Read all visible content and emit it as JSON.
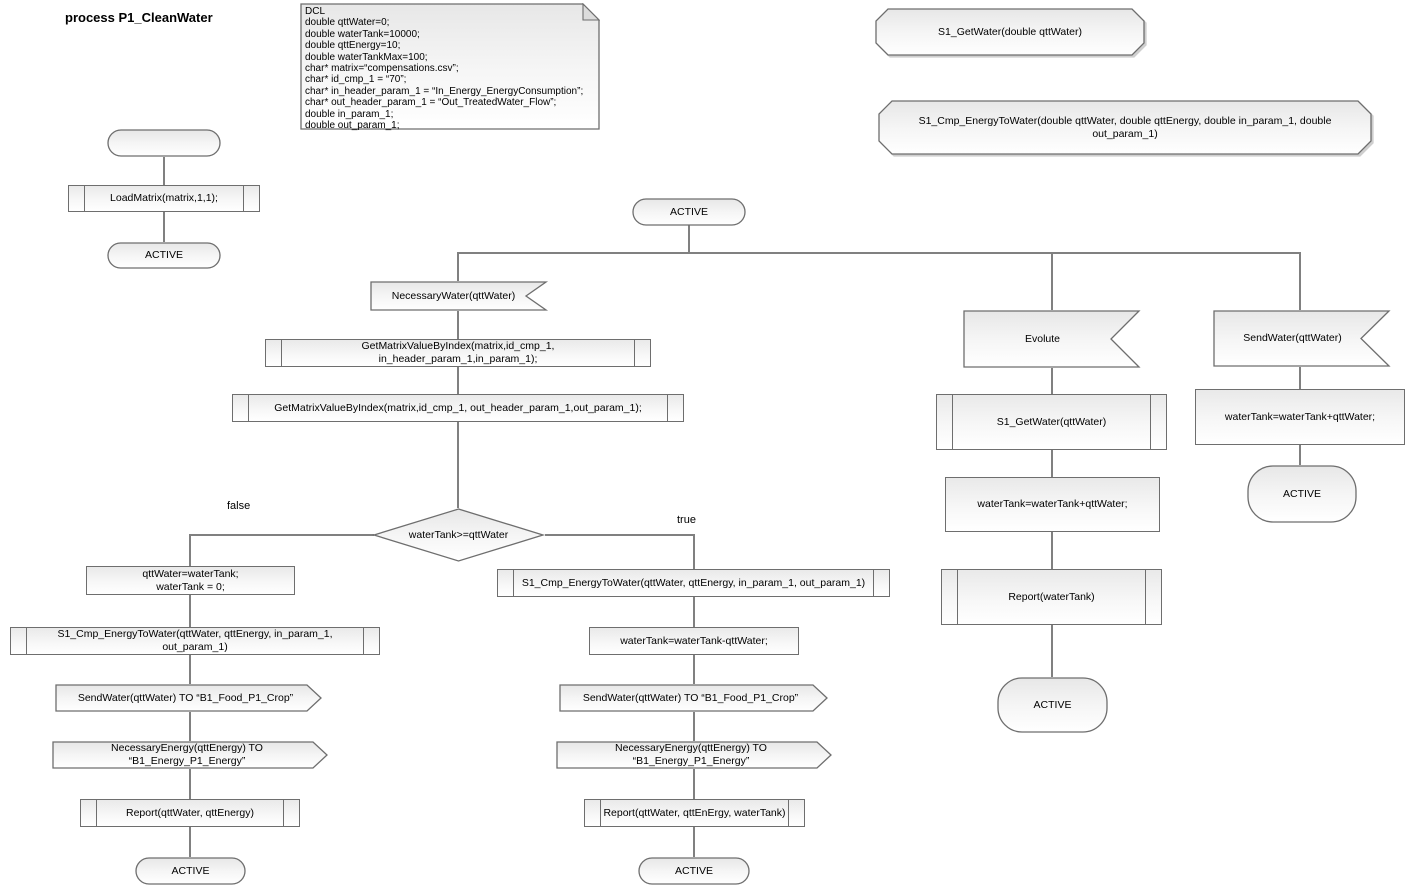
{
  "page": {
    "title": "process P1_CleanWater"
  },
  "dcl_note": {
    "lines": [
      "DCL",
      "double qttWater=0;",
      "double waterTank=10000;",
      "double qttEnergy=10;",
      "double waterTankMax=100;",
      "char* matrix=“compensations.csv”;",
      "char* id_cmp_1 = “70”;",
      "char* in_header_param_1 = “In_Energy_EnergyConsumption”;",
      "char* out_header_param_1 = “Out_TreatedWater_Flow”;",
      "double in_param_1;",
      "double out_param_1;"
    ]
  },
  "procedure_declarations": {
    "s1_getwater": "S1_GetWater(double qttWater)",
    "s1_cmp_energytowater": "S1_Cmp_EnergyToWater(double qttWater, double qttEnergy, double in_param_1, double out_param_1)"
  },
  "init_flow": {
    "load_matrix": "LoadMatrix(matrix,1,1);",
    "active_state": "ACTIVE"
  },
  "dispatch": {
    "active_state": "ACTIVE",
    "input_necessary_water": "NecessaryWater(qttWater)",
    "get_matrix_in": "GetMatrixValueByIndex(matrix,id_cmp_1, in_header_param_1,in_param_1);",
    "get_matrix_out": "GetMatrixValueByIndex(matrix,id_cmp_1, out_header_param_1,out_param_1);",
    "decision": "waterTank>=qttWater",
    "false_label": "false",
    "true_label": "true"
  },
  "false_branch": {
    "task_line1": "qttWater=waterTank;",
    "task_line2": "waterTank = 0;",
    "call_cmp": "S1_Cmp_EnergyToWater(qttWater, qttEnergy, in_param_1, out_param_1)",
    "output_send_water": "SendWater(qttWater) TO “B1_Food_P1_Crop”",
    "output_necessary_energy": "NecessaryEnergy(qttEnergy) TO “B1_Energy_P1_Energy”",
    "call_report": "Report(qttWater, qttEnergy)",
    "active_state": "ACTIVE"
  },
  "true_branch": {
    "call_cmp": "S1_Cmp_EnergyToWater(qttWater, qttEnergy, in_param_1, out_param_1)",
    "task": "waterTank=waterTank-qttWater;",
    "output_send_water": "SendWater(qttWater) TO “B1_Food_P1_Crop”",
    "output_necessary_energy": "NecessaryEnergy(qttEnergy) TO “B1_Energy_P1_Energy”",
    "call_report": "Report(qttWater, qttEnErgy, waterTank)",
    "active_state": "ACTIVE"
  },
  "evolute_branch": {
    "input": "Evolute",
    "call_get_water": "S1_GetWater(qttWater)",
    "task": "waterTank=waterTank+qttWater;",
    "call_report": "Report(waterTank)",
    "active_state": "ACTIVE"
  },
  "send_water_branch": {
    "input": "SendWater(qttWater)",
    "task": "waterTank=waterTank+qttWater;",
    "active_state": "ACTIVE"
  },
  "colors": {
    "shape_border": "#6e6e6e",
    "edge": "#808080",
    "fill_top": "#e9e9e9",
    "fill_bottom": "#ffffff",
    "text": "#000000"
  }
}
